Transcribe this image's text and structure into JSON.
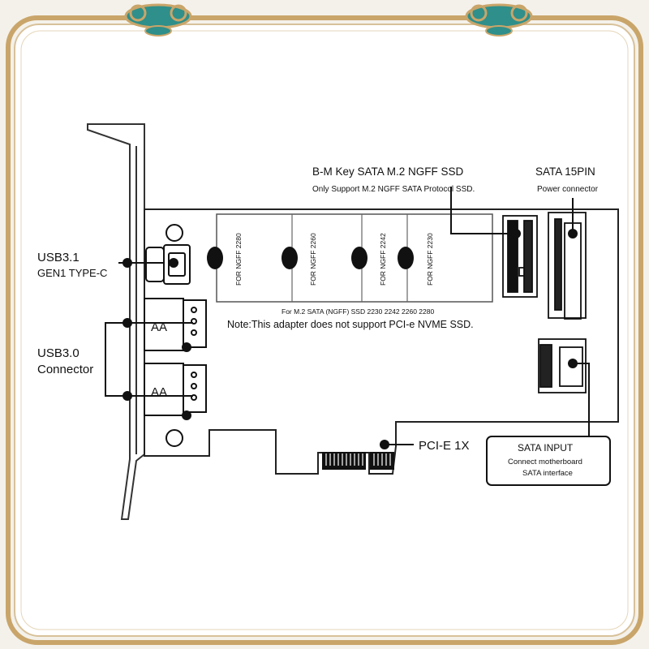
{
  "labels": {
    "usb31_line1": "USB3.1",
    "usb31_line2": "GEN1 TYPE-C",
    "usb30_line1": "USB3.0",
    "usb30_line2": "Connector",
    "m2_title": "B-M Key SATA M.2 NGFF SSD",
    "m2_subtitle": "Only Support M.2 NGFF SATA Protocol SSD.",
    "sata15_title": "SATA 15PIN",
    "sata15_subtitle": "Power connector",
    "ssd_sizes": "For M.2 SATA (NGFF) SSD 2230 2242 2260 2280",
    "note": "Note:This adapter does not support PCI-e NVME SSD.",
    "pcie": "PCI-E 1X",
    "sata_input_title": "SATA INPUT",
    "sata_input_line1": "Connect  motherboard",
    "sata_input_line2": "SATA interface"
  },
  "slots": [
    {
      "label": "FOR NGFF 2280"
    },
    {
      "label": "FOR NGFF 2260"
    },
    {
      "label": "FOR NGFF 2242"
    },
    {
      "label": "FOR NGFF 2230"
    }
  ],
  "colors": {
    "frame_gold": "#c9a56a",
    "frame_teal": "#2f8f8a",
    "frame_bg": "#f4f1ea",
    "line": "#111111"
  }
}
